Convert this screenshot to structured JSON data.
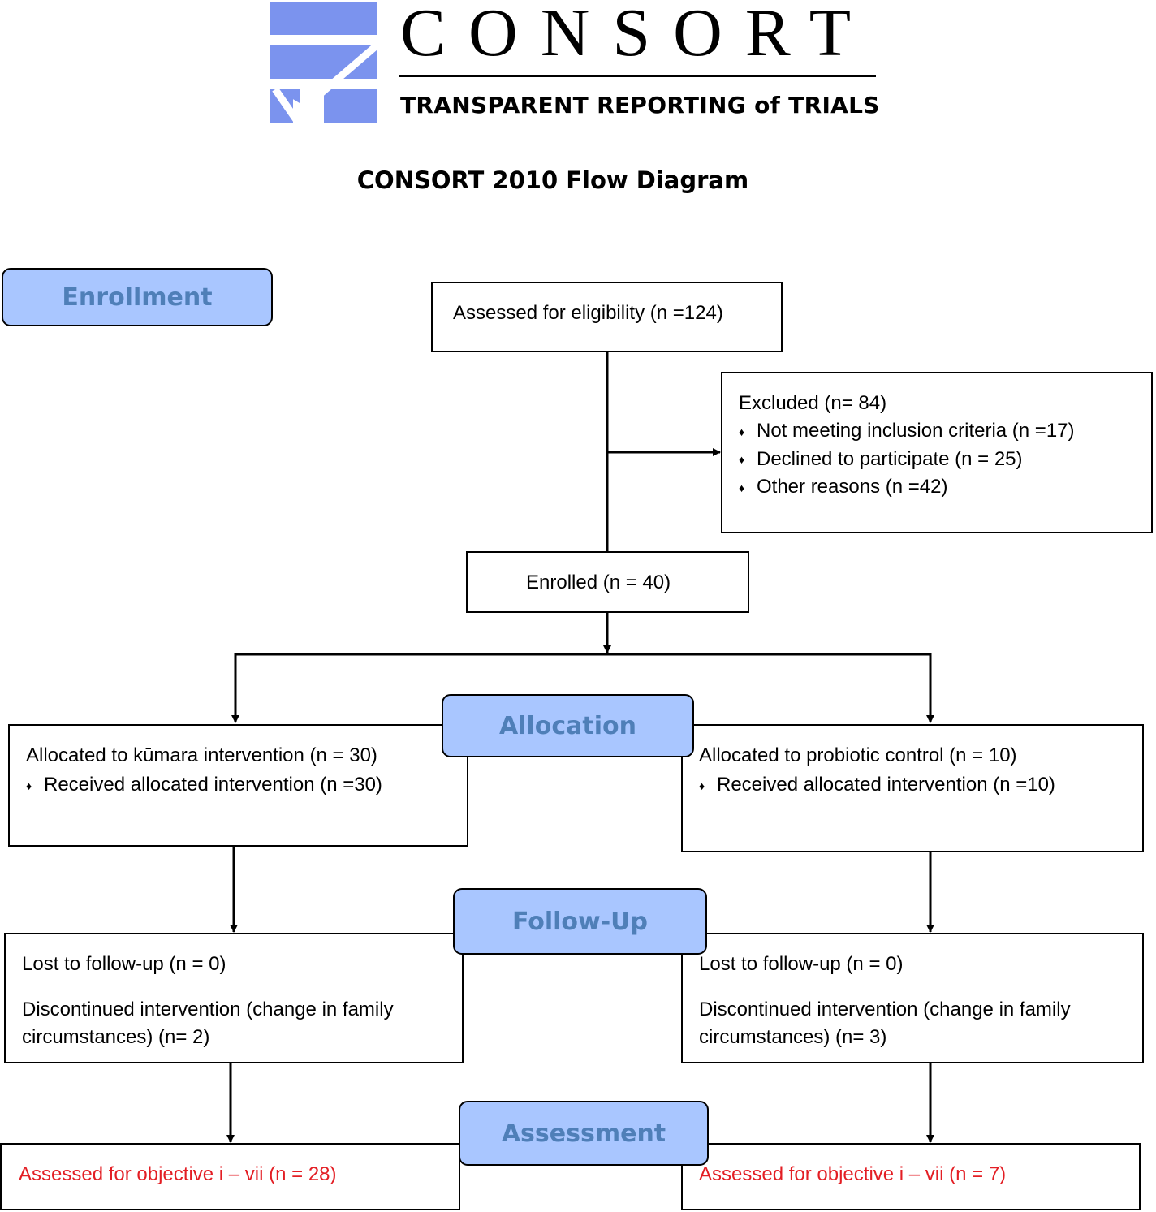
{
  "logo": {
    "wordmark": "CONSORT",
    "tagline": "TRANSPARENT REPORTING of TRIALS",
    "icon": "consort-checkmark-logo",
    "brand_color": "#7b93ee"
  },
  "title": "CONSORT 2010 Flow Diagram",
  "stages": {
    "enrollment": "Enrollment",
    "allocation": "Allocation",
    "follow_up": "Follow-Up",
    "assessment": "Assessment"
  },
  "colors": {
    "stage_fill": "#a9c6ff",
    "stage_text": "#4f7fb8",
    "outcome_text": "#e31e24"
  },
  "enrollment": {
    "assessed": "Assessed for eligibility (n =124)",
    "excluded": {
      "heading": "Excluded  (n= 84)",
      "reasons": [
        "Not meeting inclusion criteria (n =17)",
        "Declined to participate (n = 25)",
        "Other reasons (n =42)"
      ]
    },
    "enrolled": "Enrolled (n = 40)"
  },
  "arms": {
    "left": {
      "allocated": "Allocated to kūmara intervention (n = 30)",
      "received": "Received allocated intervention (n =30)",
      "lost": "Lost to follow-up (n = 0)",
      "discontinued_line1": "Discontinued intervention (change in family",
      "discontinued_line2": "circumstances) (n= 2)",
      "assessed": "Assessed for objective i – vii  (n = 28)"
    },
    "right": {
      "allocated": "Allocated to probiotic control (n = 10)",
      "received": "Received allocated intervention (n =10)",
      "lost": "Lost to follow-up (n = 0)",
      "discontinued_line1": "Discontinued intervention (change in family",
      "discontinued_line2": "circumstances) (n= 3)",
      "assessed": "Assessed for objective i – vii  (n = 7)"
    }
  },
  "bullet_symbol": "♦"
}
